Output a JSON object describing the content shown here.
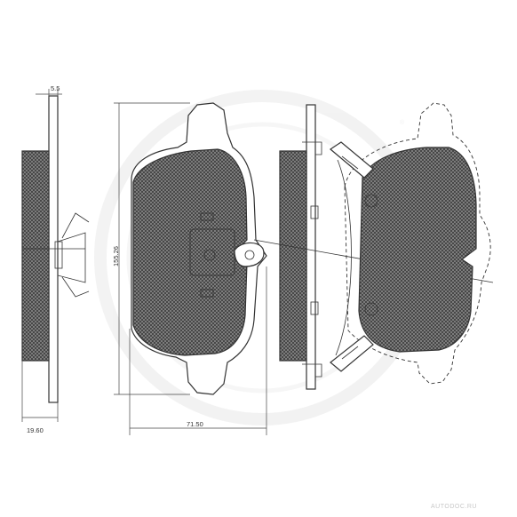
{
  "dimensions": {
    "backplate_thickness": "5.5",
    "pad_height": "155.26",
    "total_thickness": "19.60",
    "pad_width": "71.50"
  },
  "watermark": {
    "text": "AUTODOC.RU"
  },
  "colors": {
    "line": "#333333",
    "friction_fill": "#666666",
    "background": "#ffffff",
    "watermark": "#d8d8d8"
  }
}
